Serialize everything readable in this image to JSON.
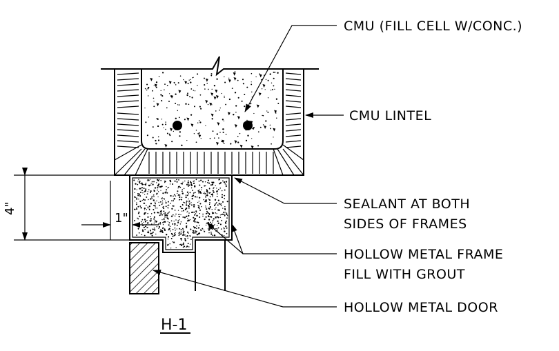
{
  "title": "H-1",
  "labels": {
    "cmu_fill": "CMU (FILL CELL W/CONC.)",
    "cmu_lintel": "CMU LINTEL",
    "sealant_line1": "SEALANT AT BOTH",
    "sealant_line2": "SIDES OF FRAMES",
    "frame_line1": "HOLLOW METAL FRAME",
    "frame_line2": "FILL WITH GROUT",
    "door": "HOLLOW METAL DOOR"
  },
  "dimensions": {
    "height": "4\"",
    "offset": "1\""
  }
}
